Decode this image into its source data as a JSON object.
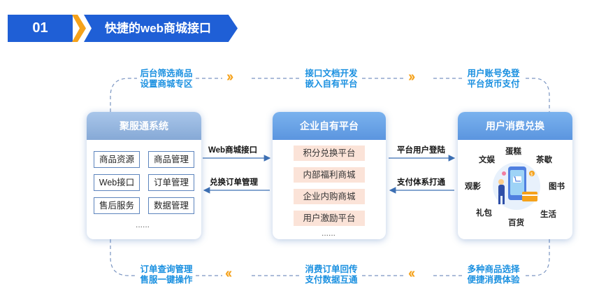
{
  "header": {
    "number": "01",
    "title": "快捷的web商城接口"
  },
  "loop": {
    "top_left": [
      "后台筛选商品",
      "设置商城专区"
    ],
    "top_mid": [
      "接口文档开发",
      "嵌入自有平台"
    ],
    "top_right": [
      "用户账号免登",
      "平台货币支付"
    ],
    "bottom_left": [
      "订单查询管理",
      "售服一键操作"
    ],
    "bottom_mid": [
      "消费订单回传",
      "支付数据互通"
    ],
    "bottom_right": [
      "多种商品选择",
      "便捷消费体验"
    ],
    "chevrons_right": "››",
    "chevrons_left": "‹‹"
  },
  "left_panel": {
    "title": "聚服通系统",
    "cells": [
      "商品资源",
      "商品管理",
      "Web接口",
      "订单管理",
      "售后服务",
      "数据管理"
    ],
    "more": "......"
  },
  "middle_panel": {
    "title": "企业自有平台",
    "items": [
      "积分兑换平台",
      "内部福利商城",
      "企业内购商城",
      "用户激励平台"
    ],
    "more": "......"
  },
  "right_panel": {
    "title": "用户消费兑换",
    "ring": [
      "文娱",
      "蛋糕",
      "茶歇",
      "观影",
      "图书",
      "礼包",
      "百货",
      "生活"
    ]
  },
  "flows": {
    "web_api": "Web商城接口",
    "order_mgmt": "兑换订单管理",
    "login": "平台用户登陆",
    "payment": "支付体系打通"
  },
  "colors": {
    "brand_blue": "#1f5fd6",
    "accent_orange": "#f5a21b",
    "loop_text": "#1a90e0",
    "pink_item": "#fbe3d8"
  }
}
